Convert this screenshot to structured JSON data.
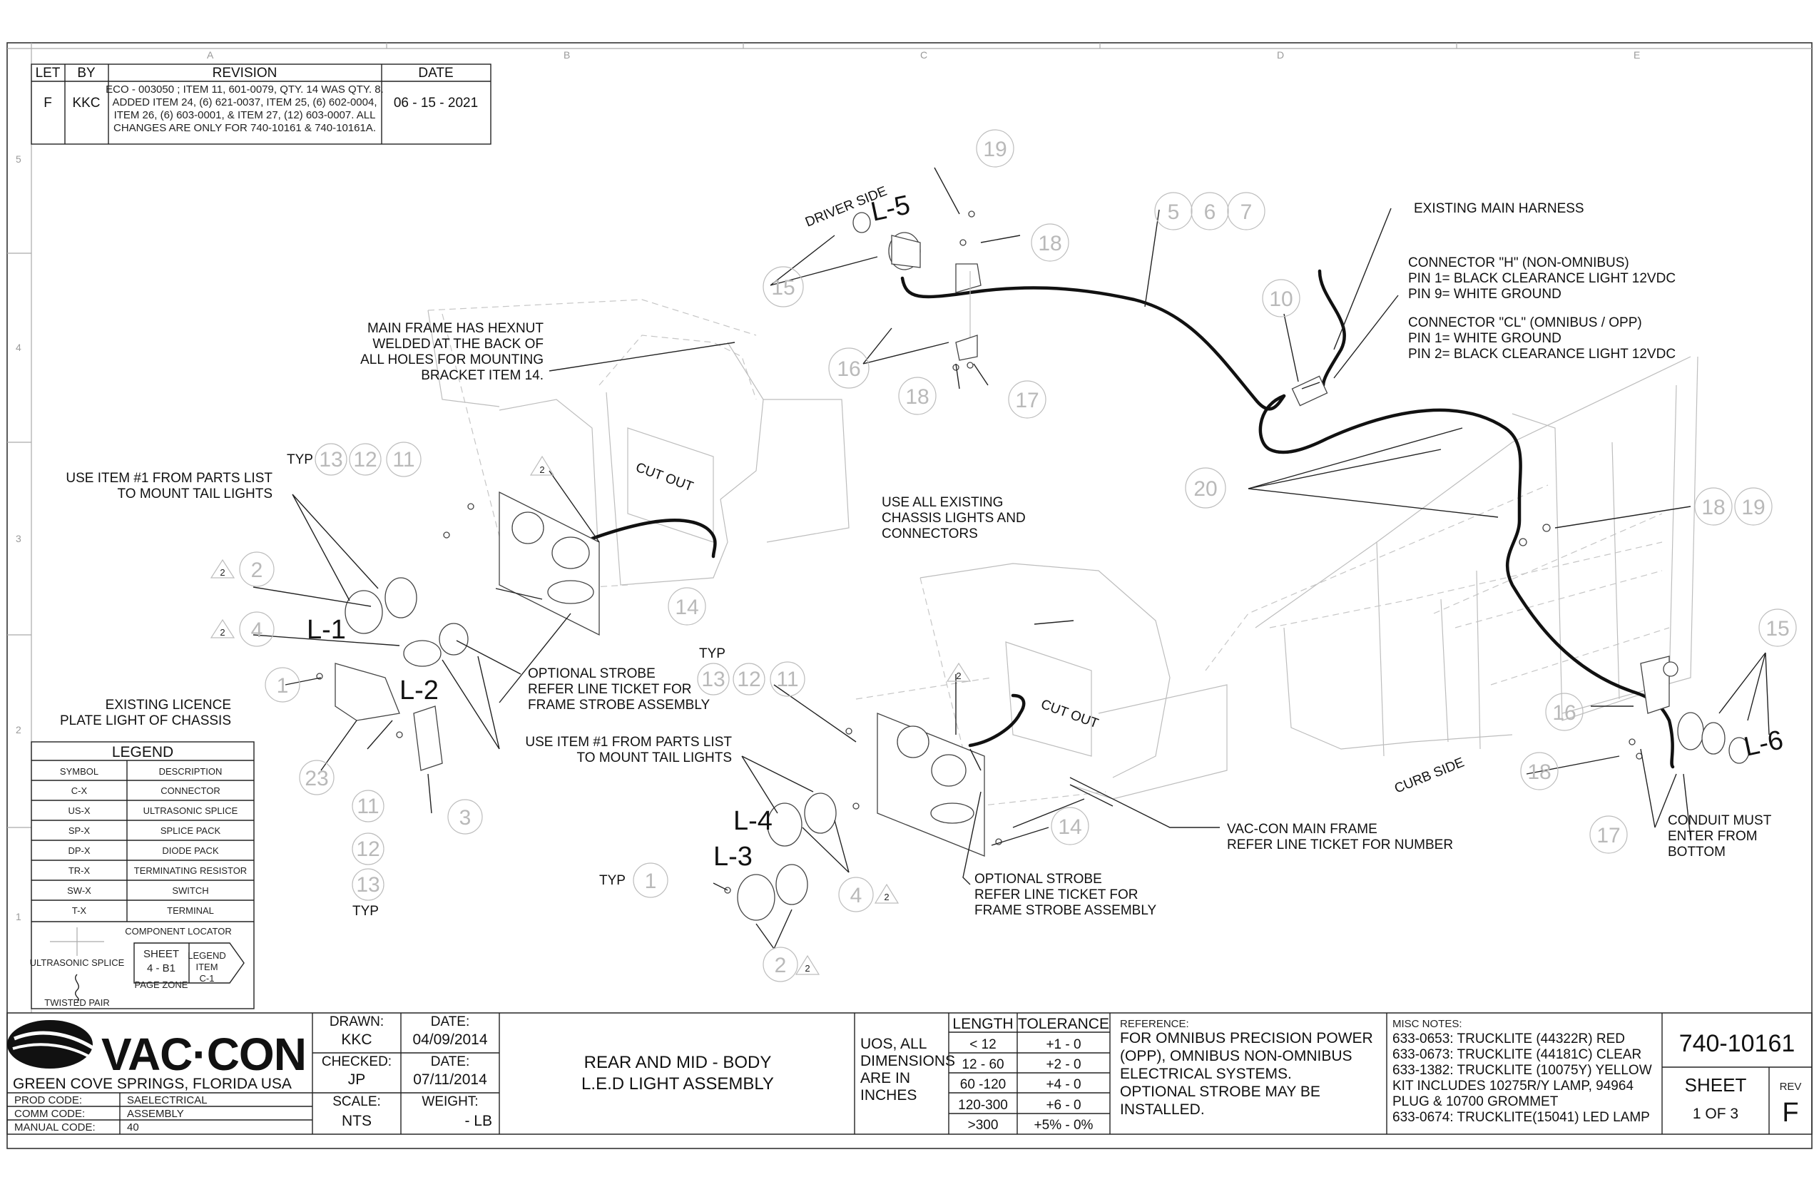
{
  "zones": {
    "columns": [
      "A",
      "B",
      "C",
      "D",
      "E"
    ],
    "rows": [
      "5",
      "4",
      "3",
      "2",
      "1"
    ]
  },
  "revision_table": {
    "headers": [
      "LET",
      "BY",
      "REVISION",
      "DATE"
    ],
    "row": {
      "let": "F",
      "by": "KKC",
      "revision_lines": [
        "ECO - 003050 ; ITEM 11, 601-0079, QTY. 14 WAS QTY. 8.",
        "ADDED ITEM 24, (6) 621-0037, ITEM 25, (6) 602-0004,",
        "ITEM 26, (6) 603-0001, & ITEM 27, (12) 603-0007. ALL",
        "CHANGES ARE ONLY FOR 740-10161 & 740-10161A."
      ],
      "date": "06 - 15 - 2021"
    }
  },
  "notes": {
    "main_frame_hexnut": [
      "MAIN FRAME HAS HEXNUT",
      "WELDED AT THE BACK OF",
      "ALL HOLES FOR MOUNTING",
      "BRACKET ITEM 14."
    ],
    "use_item1_top": [
      "USE ITEM #1 FROM PARTS LIST",
      "TO MOUNT TAIL LIGHTS"
    ],
    "existing_licence": [
      "EXISTING LICENCE",
      "PLATE LIGHT OF CHASSIS"
    ],
    "optional_strobe_left": [
      "OPTIONAL STROBE",
      "REFER LINE TICKET FOR",
      "FRAME STROBE ASSEMBLY"
    ],
    "use_item1_mid": [
      "USE ITEM #1 FROM PARTS LIST",
      "TO MOUNT TAIL LIGHTS"
    ],
    "use_all_existing": [
      "USE ALL EXISTING",
      "CHASSIS LIGHTS AND",
      "CONNECTORS"
    ],
    "optional_strobe_bottom": [
      "OPTIONAL STROBE",
      "REFER LINE TICKET FOR",
      "FRAME STROBE ASSEMBLY"
    ],
    "vac_con_main_frame": [
      "VAC-CON MAIN FRAME",
      "REFER LINE TICKET FOR NUMBER"
    ],
    "existing_main_harness": "EXISTING MAIN HARNESS",
    "connector_h": [
      "CONNECTOR \"H\" (NON-OMNIBUS)",
      "PIN 1= BLACK CLEARANCE LIGHT 12VDC",
      "PIN 9= WHITE GROUND"
    ],
    "connector_cl": [
      "CONNECTOR \"CL\" (OMNIBUS / OPP)",
      "PIN 1= WHITE GROUND",
      "PIN 2= BLACK CLEARANCE LIGHT 12VDC"
    ],
    "conduit": [
      "CONDUIT MUST",
      "ENTER FROM",
      "BOTTOM"
    ],
    "driver_side": "DRIVER SIDE",
    "curb_side": "CURB SIDE",
    "cut_out": "CUT OUT",
    "typ": "TYP"
  },
  "light_labels": [
    "L-1",
    "L-2",
    "L-3",
    "L-4",
    "L-5",
    "L-6"
  ],
  "balloons": {
    "b1": "1",
    "b2": "2",
    "b3": "3",
    "b4": "4",
    "b5": "5",
    "b6": "6",
    "b7": "7",
    "b10": "10",
    "b11": "11",
    "b12": "12",
    "b13": "13",
    "b14": "14",
    "b15": "15",
    "b16": "16",
    "b17": "17",
    "b18": "18",
    "b19": "19",
    "b20": "20",
    "b23": "23",
    "rev_flag": "2"
  },
  "legend": {
    "title": "LEGEND",
    "headers": [
      "SYMBOL",
      "DESCRIPTION"
    ],
    "rows": [
      {
        "symbol": "C-X",
        "description": "CONNECTOR"
      },
      {
        "symbol": "US-X",
        "description": "ULTRASONIC SPLICE"
      },
      {
        "symbol": "SP-X",
        "description": "SPLICE PACK"
      },
      {
        "symbol": "DP-X",
        "description": "DIODE PACK"
      },
      {
        "symbol": "TR-X",
        "description": "TERMINATING RESISTOR"
      },
      {
        "symbol": "SW-X",
        "description": "SWITCH"
      },
      {
        "symbol": "T-X",
        "description": "TERMINAL"
      }
    ],
    "ultrasonic_splice": "ULTRASONIC SPLICE",
    "twisted_pair": "TWISTED PAIR",
    "component_locator": "COMPONENT LOCATOR",
    "sheet": "SHEET",
    "sheet_ref": "4 - B1",
    "page_zone": "PAGE ZONE",
    "legend_item": "LEGEND",
    "item": "ITEM",
    "item_ref": "C-1"
  },
  "title_block": {
    "company_logo": "VAC·CON",
    "company_location": "GREEN COVE SPRINGS, FLORIDA USA",
    "prod_code_label": "PROD CODE:",
    "prod_code": "SAELECTRICAL",
    "comm_code_label": "COMM CODE:",
    "comm_code": "ASSEMBLY",
    "manual_code_label": "MANUAL CODE:",
    "manual_code": "40",
    "drawn_label": "DRAWN:",
    "drawn": "KKC",
    "date_label": "DATE:",
    "drawn_date": "04/09/2014",
    "checked_label": "CHECKED:",
    "checked": "JP",
    "checked_date": "07/11/2014",
    "scale_label": "SCALE:",
    "scale": "NTS",
    "weight_label": "WEIGHT:",
    "weight": "- LB",
    "title_lines": [
      "REAR AND MID - BODY",
      "L.E.D LIGHT ASSEMBLY"
    ],
    "uos_lines": [
      "UOS, ALL",
      "DIMENSIONS",
      "ARE IN",
      "INCHES"
    ],
    "tolerance_headers": [
      "LENGTH",
      "TOLERANCE"
    ],
    "tolerance_rows": [
      {
        "length": "< 12",
        "tol": "+1 - 0"
      },
      {
        "length": "12 - 60",
        "tol": "+2 - 0"
      },
      {
        "length": "60 -120",
        "tol": "+4 - 0"
      },
      {
        "length": "120-300",
        "tol": "+6 - 0"
      },
      {
        "length": ">300",
        "tol": "+5% - 0%"
      }
    ],
    "reference_label": "REFERENCE:",
    "reference_lines": [
      "FOR OMNIBUS PRECISION POWER",
      "(OPP), OMNIBUS NON-OMNIBUS",
      "ELECTRICAL SYSTEMS.",
      "OPTIONAL STROBE MAY BE",
      "INSTALLED."
    ],
    "misc_label": "MISC NOTES:",
    "misc_lines": [
      "633-0653: TRUCKLITE (44322R) RED",
      "633-0673: TRUCKLITE (44181C) CLEAR",
      "633-1382: TRUCKLITE (10075Y) YELLOW",
      "KIT INCLUDES 10275R/Y LAMP, 94964",
      "PLUG & 10700 GROMMET",
      "633-0674: TRUCKLITE(15041) LED LAMP"
    ],
    "drawing_number": "740-10161",
    "sheet_label": "SHEET",
    "sheet_value": "1 OF 3",
    "rev_label": "REV",
    "rev_value": "F"
  }
}
